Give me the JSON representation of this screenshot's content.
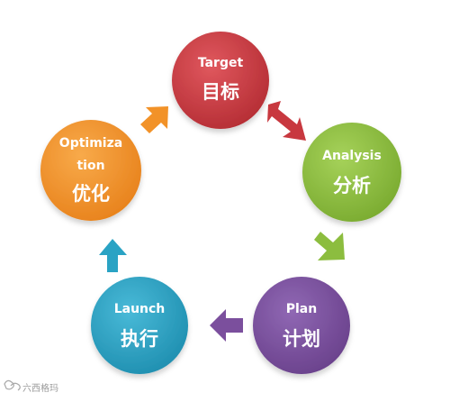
{
  "diagram": {
    "nodes": [
      {
        "id": "target",
        "label_en": "Target",
        "label_zh": "目标",
        "color": "#c8383f"
      },
      {
        "id": "analysis",
        "label_en": "Analysis",
        "label_zh": "分析",
        "color": "#8cbd3f"
      },
      {
        "id": "plan",
        "label_en": "Plan",
        "label_zh": "计划",
        "color": "#7b4f9d"
      },
      {
        "id": "launch",
        "label_en": "Launch",
        "label_zh": "执行",
        "color": "#2aa3c4"
      },
      {
        "id": "optimization",
        "label_en_line1": "Optimiza",
        "label_en_line2": "tion",
        "label_zh": "优化",
        "color": "#f29228"
      }
    ],
    "arrow_colors": {
      "target_analysis": "#c8383f",
      "analysis_plan": "#8cbd3f",
      "plan_launch": "#7b4f9d",
      "launch_optimization": "#2aa3c4",
      "optimization_target": "#f29228"
    }
  },
  "watermark": {
    "text": "六西格玛"
  }
}
